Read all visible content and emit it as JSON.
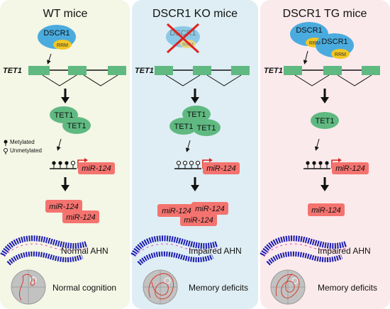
{
  "colors": {
    "panel_wt": "#f4f6e6",
    "panel_ko": "#deeef4",
    "panel_tg": "#fbeaec",
    "tet1": "#5fb981",
    "mir": "#f4736f",
    "dscr1": "#4aabde",
    "rrm": "#f2c623",
    "cross": "#e0201b",
    "hippocampus": "#1a1ab0",
    "arena": "#c2c2c2",
    "trace": "#d83020"
  },
  "legend": {
    "metylated": "Metylated",
    "unmetylated": "Unmetylated"
  },
  "panels": {
    "wt": {
      "title": "WT mice",
      "dscr1": "DSCR1",
      "rrm": "RRM",
      "gene": "TET1",
      "tet1_a": "TET1",
      "tet1_b": "TET1",
      "mir_gene": "miR-124",
      "mir_a": "miR-124",
      "mir_b": "miR-124",
      "ahn": "Normal AHN",
      "cognition": "Normal cognition"
    },
    "ko": {
      "title": "DSCR1 KO mice",
      "dscr1": "DSCR1",
      "rrm": "RRM",
      "gene": "TET1",
      "tet1_a": "TET1",
      "tet1_b": "TET1",
      "tet1_c": "TET1",
      "mir_gene": "miR-124",
      "mir_a": "miR-124",
      "mir_b": "miR-124",
      "mir_c": "miR-124",
      "ahn": "Impaired AHN",
      "cognition": "Memory deficits"
    },
    "tg": {
      "title": "DSCR1 TG mice",
      "dscr1_a": "DSCR1",
      "rrm_a": "RRM",
      "dscr1_b": "DSCR1",
      "rrm_b": "RRM",
      "gene": "TET1",
      "tet1": "TET1",
      "mir_gene": "miR-124",
      "mir": "miR-124",
      "ahn": "Impaired AHN",
      "cognition": "Memory deficits"
    }
  }
}
